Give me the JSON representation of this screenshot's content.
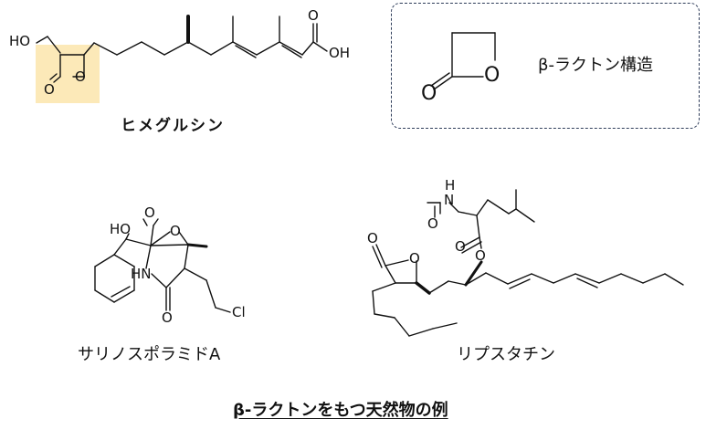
{
  "compounds": [
    {
      "id": "himeglucin",
      "name": "ヒメグルシン"
    },
    {
      "id": "salinosporamide",
      "name": "サリノスポラミドA"
    },
    {
      "id": "lipstatin",
      "name": "リプスタチン"
    }
  ],
  "lactone_box": {
    "label": "β-ラクトン構造"
  },
  "caption": "β-ラクトンをもつ天然物の例",
  "atoms": {
    "himeglucin": {
      "ho": "HO",
      "o_carbonyl": "O",
      "o_ring": "O",
      "oh": "OH",
      "o_acid": "O"
    },
    "salinosporamide": {
      "ho": "HO",
      "o_top": "O",
      "o_ring": "O",
      "hn": "HN",
      "o_bottom": "O",
      "cl": "Cl"
    },
    "lipstatin": {
      "n": "N",
      "h": "H",
      "o_formyl": "O",
      "o_lac": "O",
      "o_ring": "O",
      "o_ester": "O",
      "o_carb": "O"
    },
    "lactone": {
      "o_carbonyl": "O",
      "o_ring": "O"
    }
  },
  "colors": {
    "highlight": "#fce9b8",
    "box_border": "#2f3d5a",
    "ink": "#111111"
  }
}
